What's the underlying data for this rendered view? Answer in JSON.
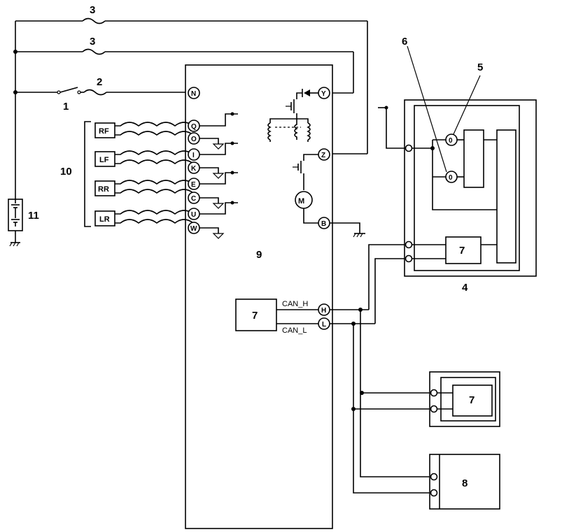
{
  "callouts": {
    "switch": "1",
    "fuse_main": "2",
    "fuse_top": "3",
    "fuse_mid": "3",
    "module_4": "4",
    "lamp_upper": "5",
    "lamp_lower": "6",
    "can_node_ecu": "7",
    "can_node_module4": "7",
    "can_node_right": "7",
    "node_8": "8",
    "ecu": "9",
    "wheel_sensors": "10",
    "battery": "11"
  },
  "pins": {
    "N": "N",
    "Y": "Y",
    "Q": "Q",
    "O": "O",
    "I": "I",
    "K": "K",
    "E": "E",
    "C": "C",
    "U": "U",
    "W": "W",
    "Z": "Z",
    "B": "B",
    "H": "H",
    "L": "L"
  },
  "sensors": {
    "rf": "RF",
    "lf": "LF",
    "rr": "RR",
    "lr": "LR"
  },
  "motor_label": "M",
  "can_high": "CAN_H",
  "can_low": "CAN_L"
}
